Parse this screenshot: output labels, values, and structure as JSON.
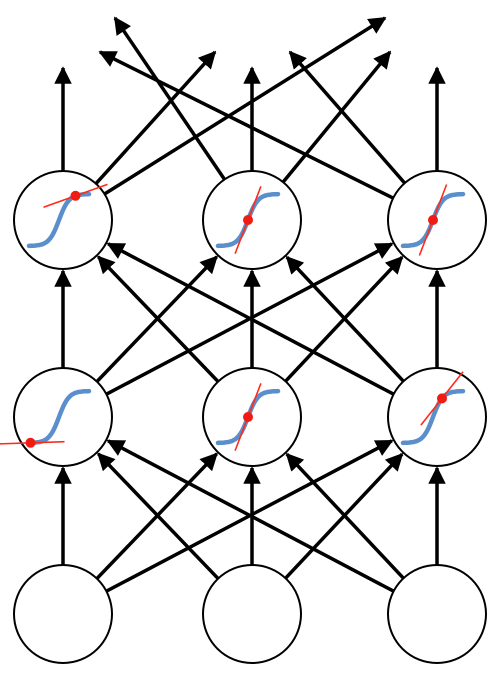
{
  "diagram": {
    "colors": {
      "edge": "#000000",
      "node_fill": "#ffffff",
      "node_stroke": "#000000",
      "sigmoid": "#5b8fcb",
      "tangent": "#ff2a1a",
      "point": "#ee1c12"
    },
    "layers": [
      {
        "name": "input",
        "neurons": [
          {
            "id": "in-1",
            "activation": null
          },
          {
            "id": "in-2",
            "activation": null
          },
          {
            "id": "in-3",
            "activation": null
          }
        ]
      },
      {
        "name": "hidden-1",
        "neurons": [
          {
            "id": "h1-1",
            "activation": {
              "curve": "sigmoid",
              "operating_point": "low",
              "tangent": "shallow"
            }
          },
          {
            "id": "h1-2",
            "activation": {
              "curve": "sigmoid",
              "operating_point": "middle",
              "tangent": "steep"
            }
          },
          {
            "id": "h1-3",
            "activation": {
              "curve": "sigmoid",
              "operating_point": "upper-middle",
              "tangent": "moderate"
            }
          }
        ]
      },
      {
        "name": "hidden-2",
        "neurons": [
          {
            "id": "h2-1",
            "activation": {
              "curve": "sigmoid",
              "operating_point": "high",
              "tangent": "shallow"
            }
          },
          {
            "id": "h2-2",
            "activation": {
              "curve": "sigmoid",
              "operating_point": "middle",
              "tangent": "steep"
            }
          },
          {
            "id": "h2-3",
            "activation": {
              "curve": "sigmoid",
              "operating_point": "middle",
              "tangent": "very-steep"
            }
          }
        ]
      }
    ],
    "connectivity": "fully-connected",
    "outputs": "arrows-only"
  }
}
